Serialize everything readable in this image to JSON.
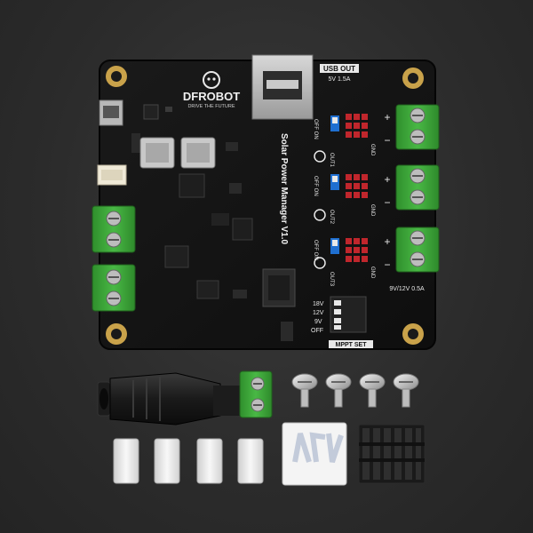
{
  "product": {
    "brand": "DFROBOT",
    "slogan": "DRIVE THE FUTURE",
    "board_title": "Solar Power Manager V1.0"
  },
  "silkscreen": {
    "usb_out": "USB OUT",
    "usb_spec": "5V 1.5A",
    "out1": "OUT1",
    "out2": "OUT2",
    "out3": "OUT3",
    "out3_spec": "9V/12V 0.5A",
    "off_on": "OFF ON",
    "gnd": "GND",
    "mppt_set": "MPPT SET",
    "v18": "18V",
    "v12": "12V",
    "v9": "9V",
    "off": "OFF",
    "plus": "+",
    "minus": "−"
  },
  "colors": {
    "background": "#2b2b2b",
    "pcb": "#141414",
    "terminal_green": "#3fa83a",
    "gold": "#c9a24a",
    "header_red": "#c0262c",
    "switch_blue": "#1f6fd0"
  }
}
